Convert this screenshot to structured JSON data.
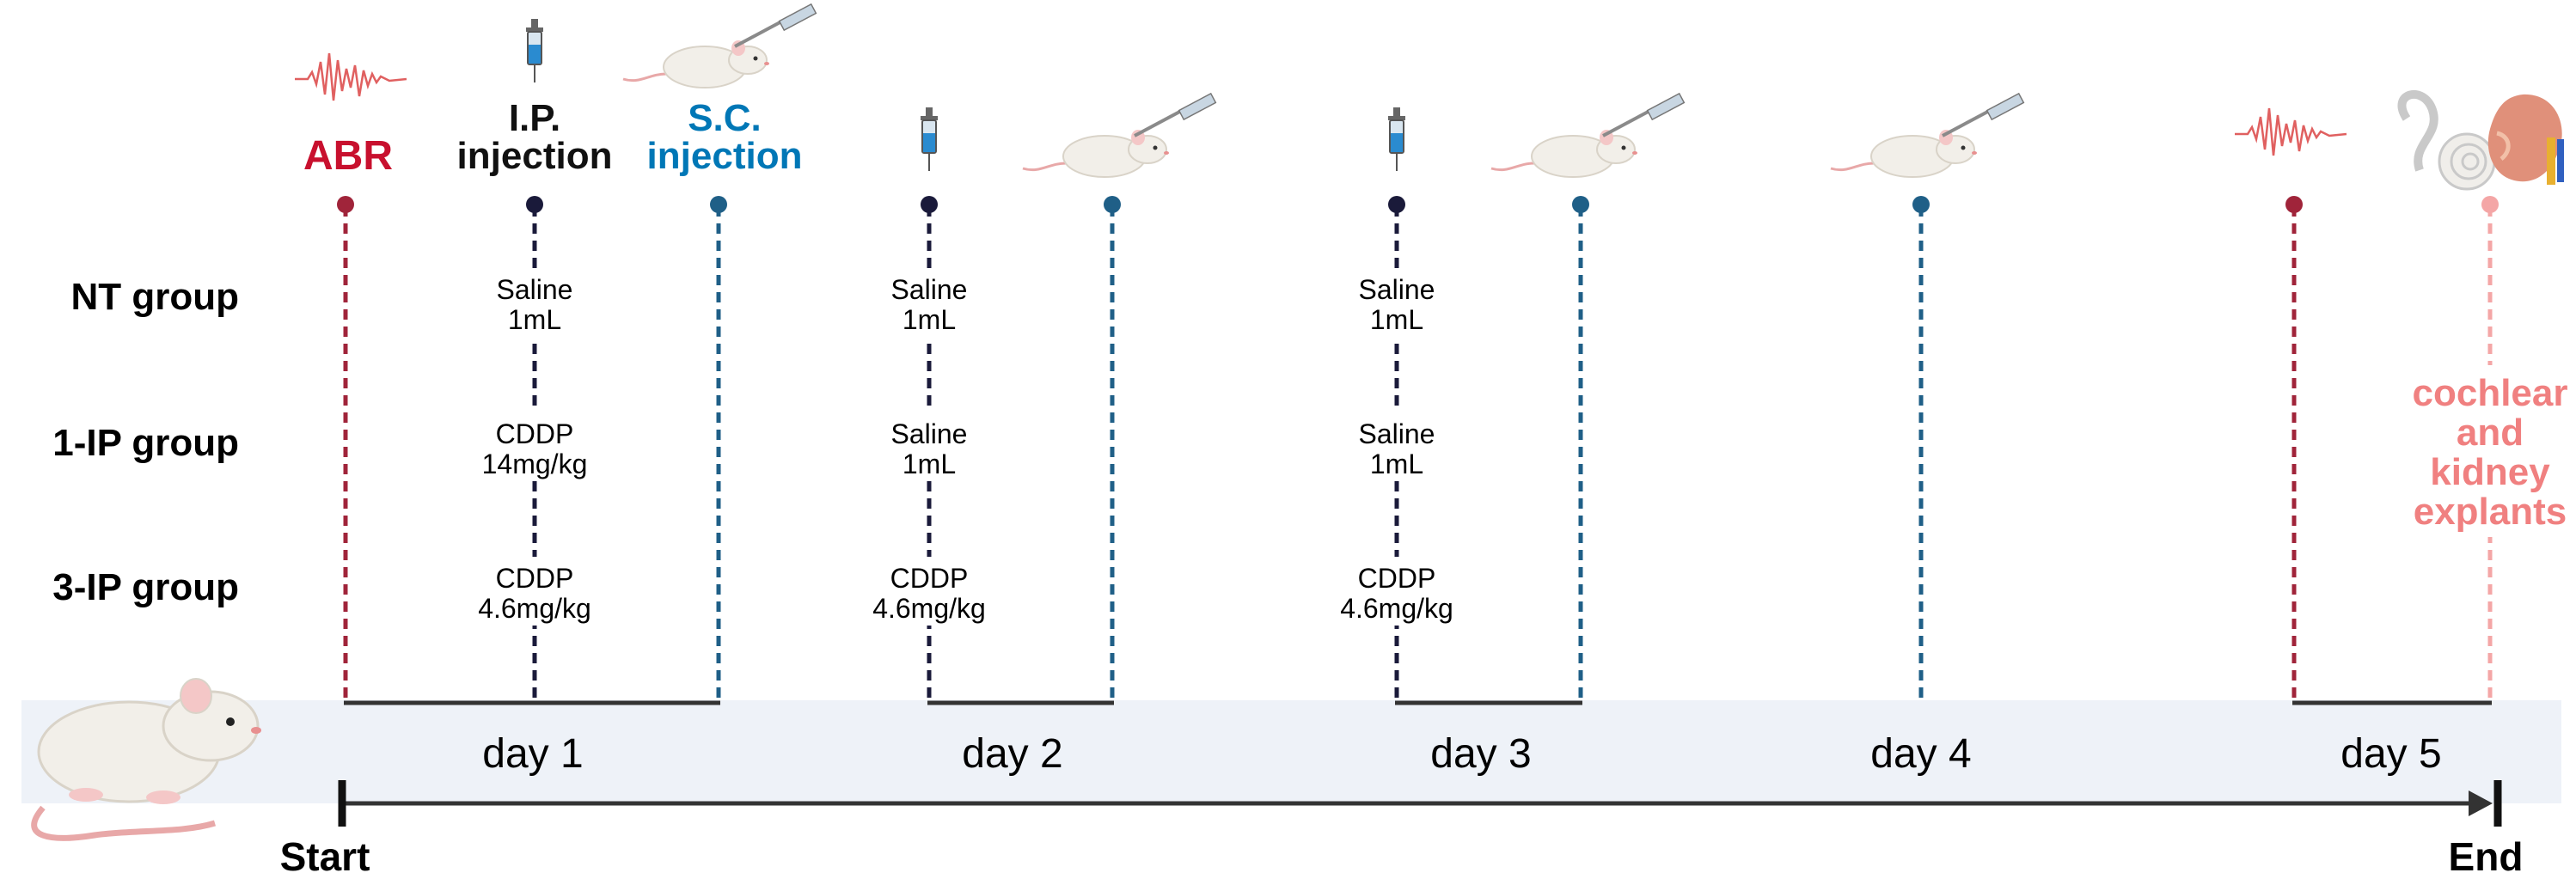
{
  "colors": {
    "abr": "#C8102E",
    "abr_line": "#A0243A",
    "ip": "#111111",
    "ip_line": "#1A1A3A",
    "sc": "#0077B6",
    "sc_line": "#1F5F87",
    "explant": "#F08080",
    "explant_line": "#F4A6A6",
    "band": "#EEF2F8",
    "axis": "#333333",
    "text": "#111111"
  },
  "legend": {
    "abr_label": "ABR",
    "ip_label_line1": "I.P.",
    "ip_label_line2": "injection",
    "sc_label_line1": "S.C.",
    "sc_label_line2": "injection"
  },
  "groups": [
    "NT group",
    "1-IP group",
    "3-IP group"
  ],
  "days": [
    "day 1",
    "day 2",
    "day 3",
    "day 4",
    "day 5"
  ],
  "timeline": {
    "start_label": "Start",
    "end_label": "End"
  },
  "doses": {
    "day1": [
      [
        "Saline",
        "1mL"
      ],
      [
        "CDDP",
        "14mg/kg"
      ],
      [
        "CDDP",
        "4.6mg/kg"
      ]
    ],
    "day2": [
      [
        "Saline",
        "1mL"
      ],
      [
        "Saline",
        "1mL"
      ],
      [
        "CDDP",
        "4.6mg/kg"
      ]
    ],
    "day3": [
      [
        "Saline",
        "1mL"
      ],
      [
        "Saline",
        "1mL"
      ],
      [
        "CDDP",
        "4.6mg/kg"
      ]
    ]
  },
  "explant_label": [
    "cochlear",
    "and",
    "kidney",
    "explants"
  ],
  "icons": [
    "waveform-icon",
    "syringe-icon",
    "mouse-injection-icon",
    "mouse-icon",
    "cochlea-icon",
    "kidney-icon"
  ]
}
